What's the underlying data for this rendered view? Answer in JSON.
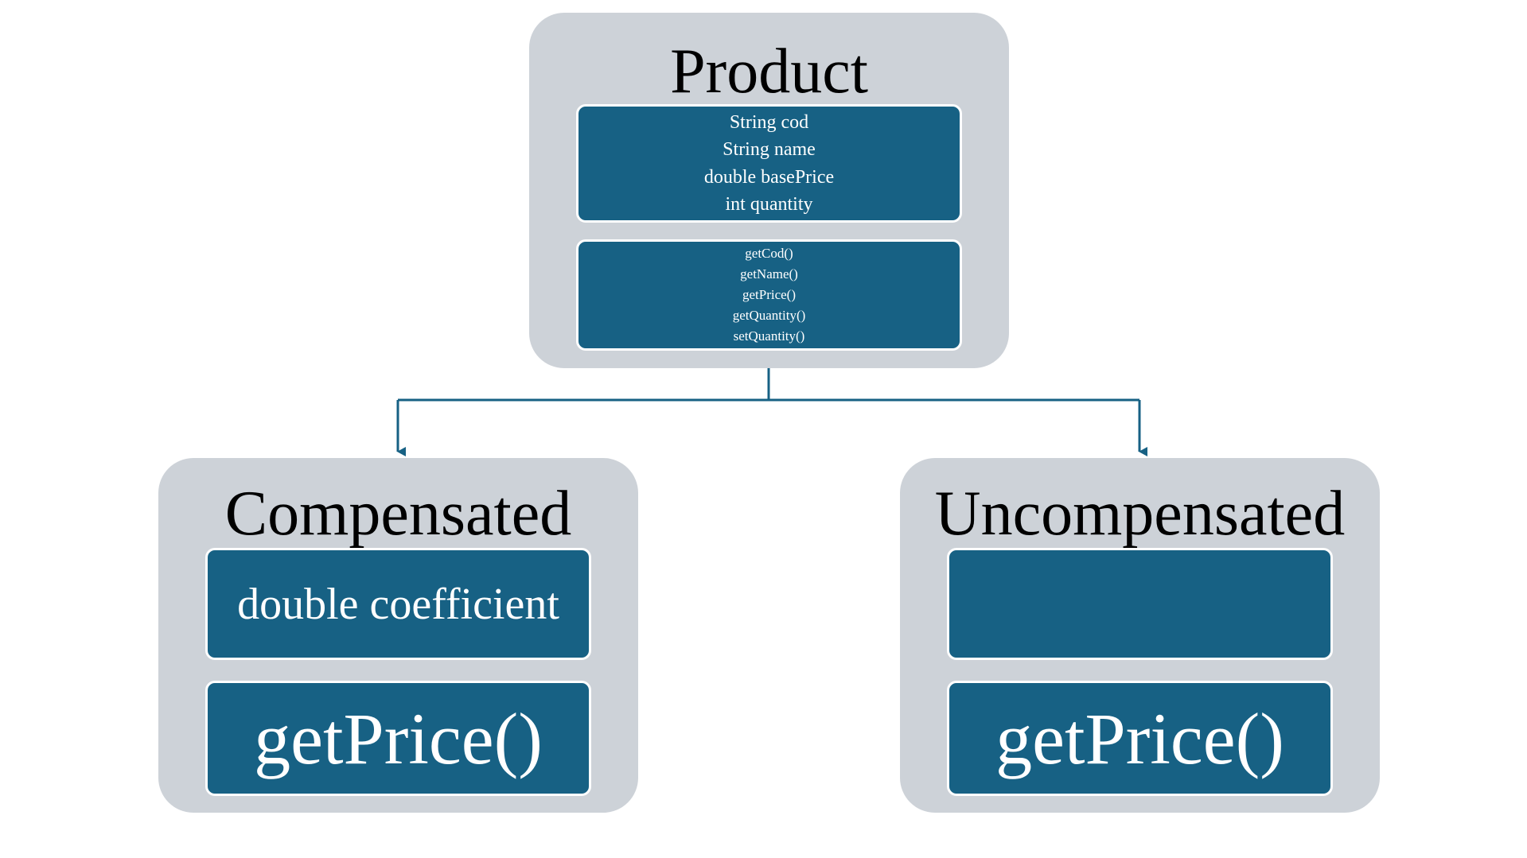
{
  "colors": {
    "card_background": "#cdd2d8",
    "section_fill": "#176184",
    "section_border": "#ffffff",
    "connector": "#176184",
    "title_text": "#000000",
    "section_text": "#ffffff"
  },
  "classes": {
    "product": {
      "name": "Product",
      "attributes": [
        "String cod",
        "String name",
        "double basePrice",
        "int quantity"
      ],
      "methods": [
        "getCod()",
        "getName()",
        "getPrice()",
        "getQuantity()",
        "setQuantity()"
      ]
    },
    "compensated": {
      "name": "Compensated",
      "attributes": [
        "double coefficient"
      ],
      "methods": [
        "getPrice()"
      ]
    },
    "uncompensated": {
      "name": "Uncompensated",
      "attributes": [],
      "methods": [
        "getPrice()"
      ]
    }
  },
  "relations": [
    {
      "from": "product",
      "to": "compensated"
    },
    {
      "from": "product",
      "to": "uncompensated"
    }
  ]
}
